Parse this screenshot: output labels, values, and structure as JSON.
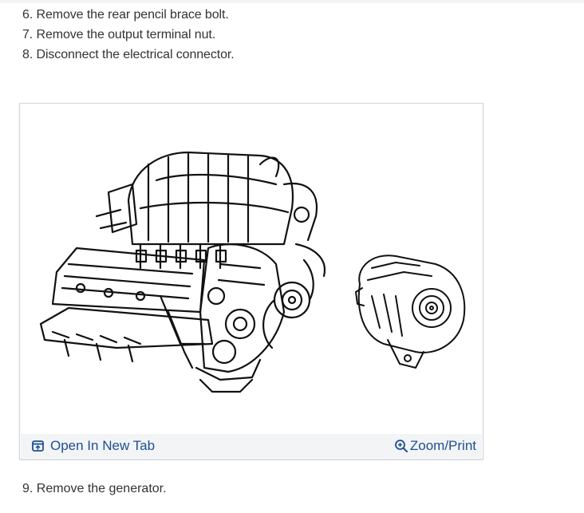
{
  "steps": [
    "6. Remove the rear pencil brace bolt.",
    "7. Remove the output terminal nut.",
    "8. Disconnect the electrical connector."
  ],
  "figure": {
    "open_label": "Open In New Tab",
    "zoom_label": "Zoom/Print",
    "icons": {
      "open": "external-tab-icon",
      "zoom": "zoom-in-icon"
    },
    "accent_color": "#1e4f92",
    "toolbar_bg": "#f2f4f6"
  },
  "after_step": "9. Remove the generator."
}
